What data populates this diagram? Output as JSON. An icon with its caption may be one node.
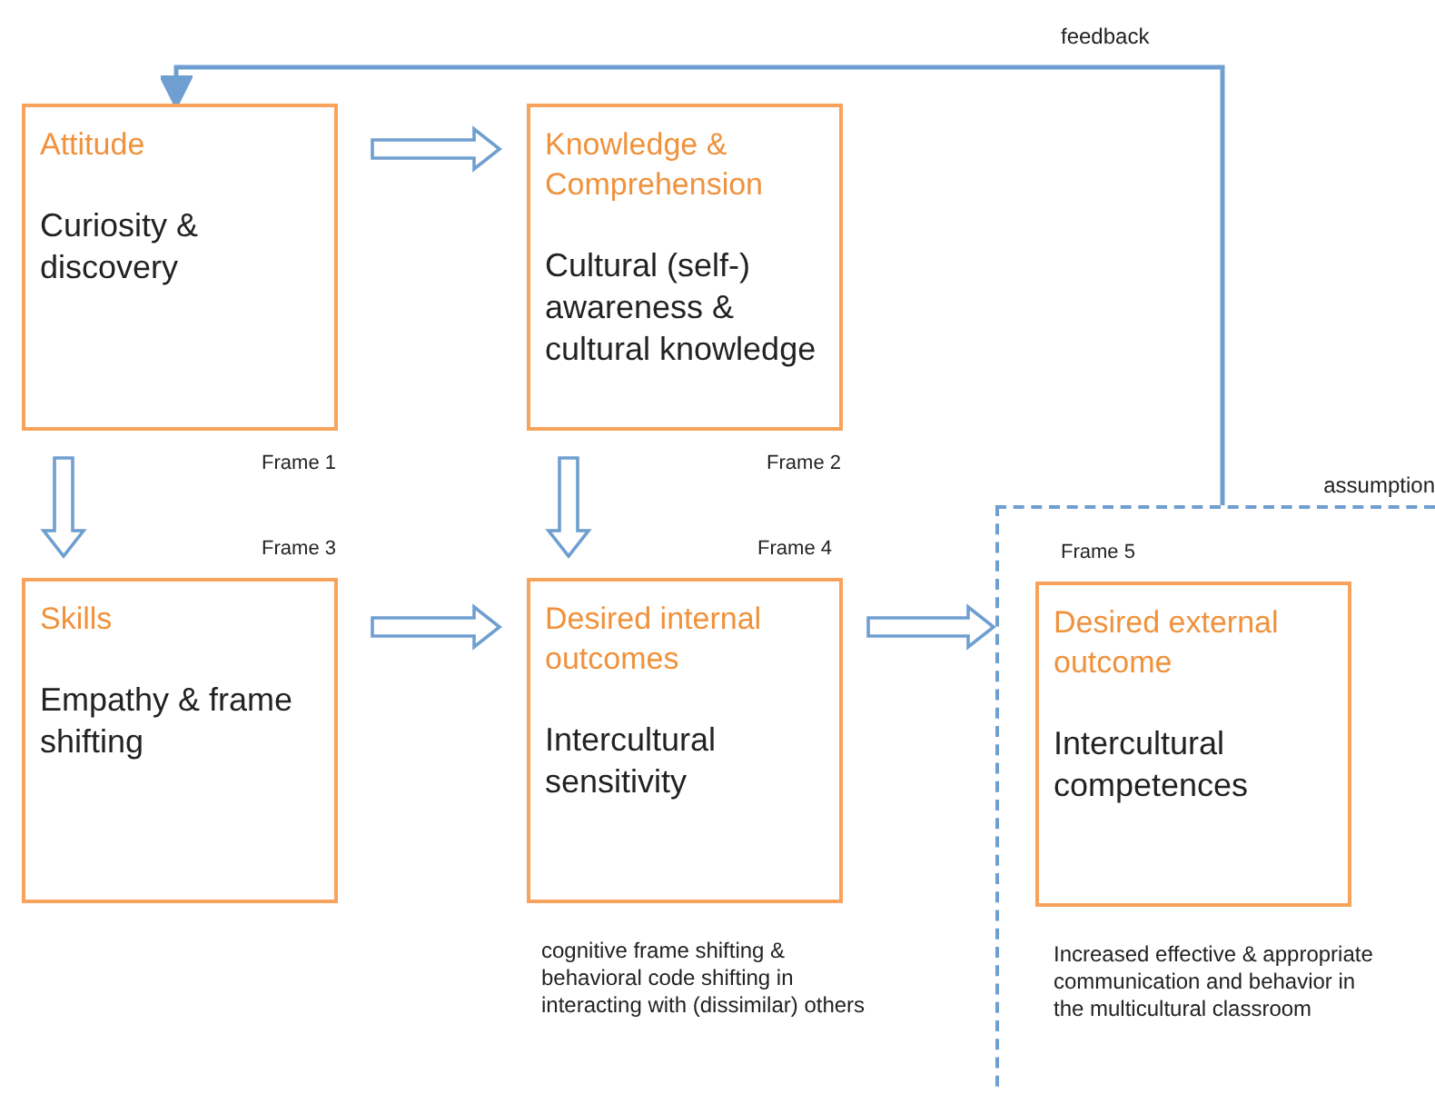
{
  "diagram": {
    "nodes": [
      {
        "text": [
          "Attitude",
          "Curiosity & discovery"
        ],
        "beside": [
          "Frame 1"
        ]
      },
      {
        "text": [
          "Knowledge & Comprehension",
          "Cultural (self-) awareness & cultural knowledge"
        ],
        "beside": [
          "Frame 2"
        ]
      },
      {
        "text": [
          "Skills",
          "Empathy & frame shifting"
        ],
        "beside": [
          "Frame 3"
        ]
      },
      {
        "text": [
          "Desired internal outcomes",
          "Intercultural sensitivity"
        ],
        "beside": [
          "Frame 4",
          "cognitive frame shifting & behavioral code shifting in interacting with (dissimilar) others"
        ]
      },
      {
        "text": [
          "assumption"
        ]
      },
      {
        "text": [
          "Desired external outcome",
          "Intercultural competences"
        ],
        "in": 4,
        "beside": [
          "Frame 5",
          "Increased effective & appropriate communication and behavior in the multicultural classroom"
        ]
      }
    ],
    "edges": [
      {
        "from": 0,
        "to": 1,
        "arrow": "to",
        "style": "thick"
      },
      {
        "from": 0,
        "to": 2,
        "arrow": "to",
        "style": "thick"
      },
      {
        "from": 1,
        "to": 3,
        "arrow": "to",
        "style": "thick"
      },
      {
        "from": 2,
        "to": 3,
        "arrow": "to",
        "style": "thick"
      },
      {
        "from": 3,
        "to": 4,
        "arrow": "to",
        "style": "thick"
      },
      {
        "from": 4,
        "to": 0,
        "arrow": "to",
        "label": "feedback"
      }
    ]
  }
}
